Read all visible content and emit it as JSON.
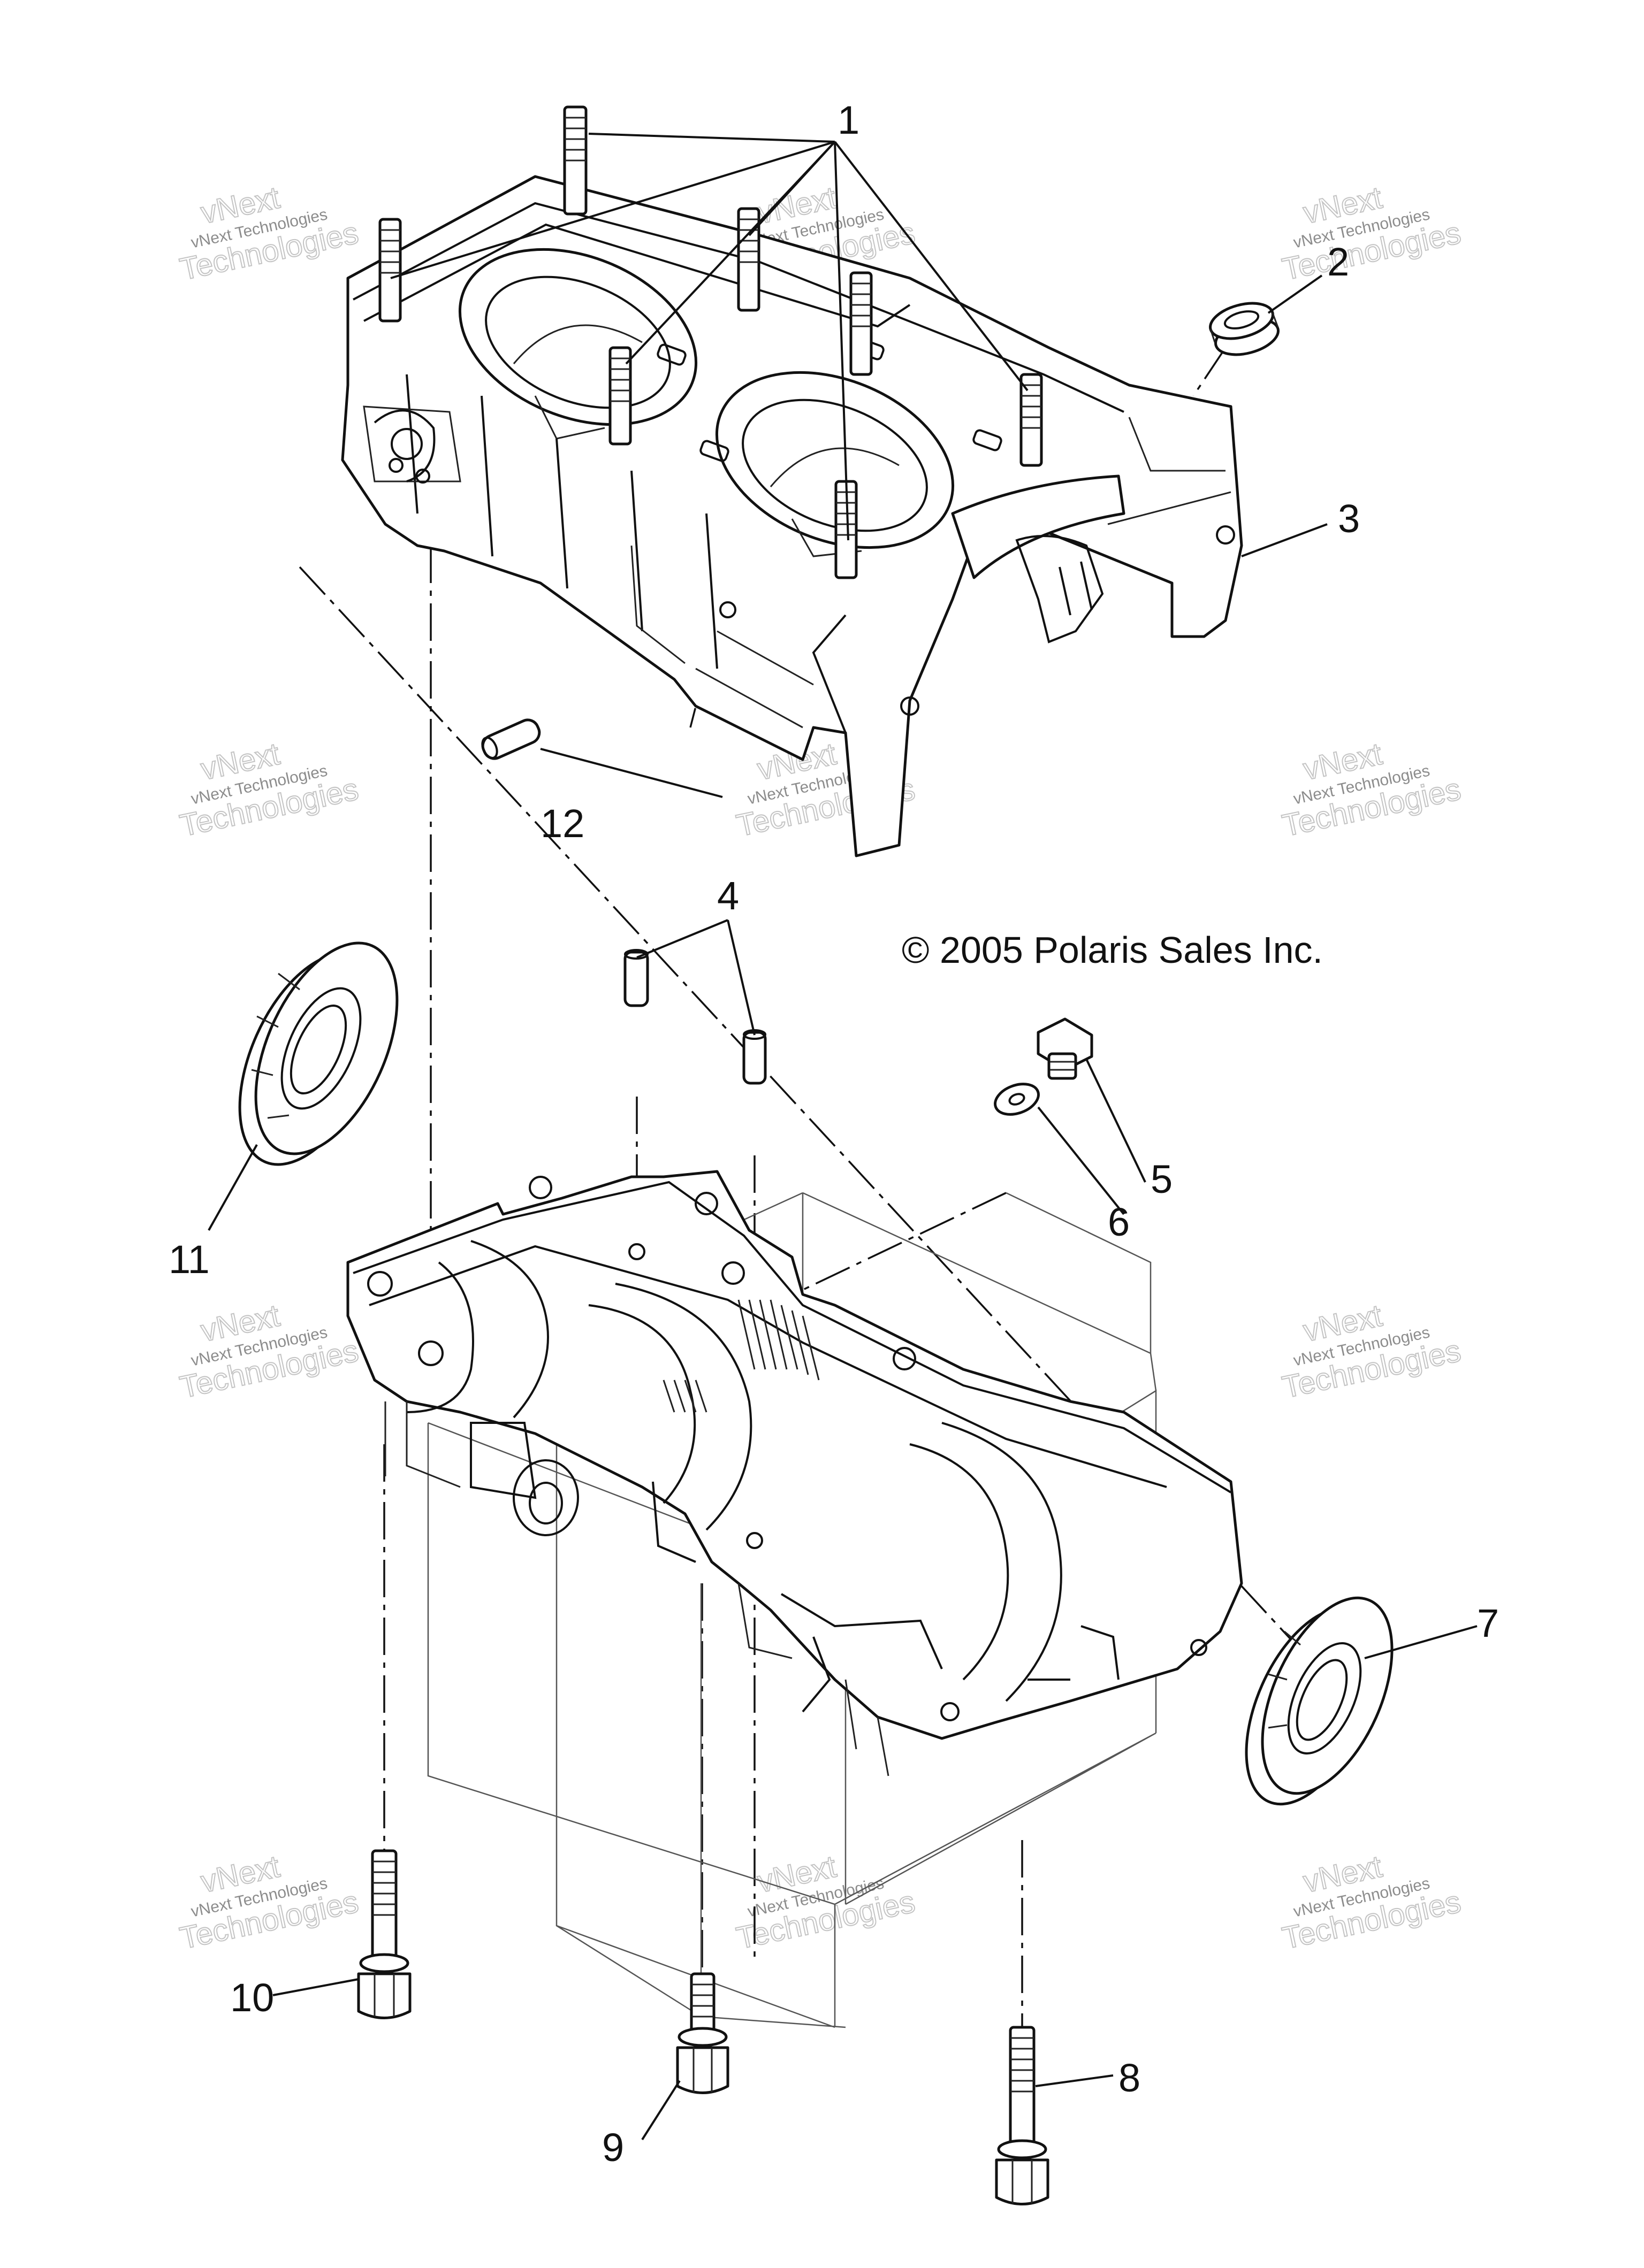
{
  "copyright": "© 2005 Polaris Sales Inc.",
  "watermark": {
    "line1": "vNext",
    "line2": "vNext Technologies",
    "line3": "Technologies"
  },
  "callouts": {
    "c1": "1",
    "c2": "2",
    "c3": "3",
    "c4": "4",
    "c5": "5",
    "c6": "6",
    "c7": "7",
    "c8": "8",
    "c9": "9",
    "c10": "10",
    "c11": "11",
    "c12": "12"
  }
}
